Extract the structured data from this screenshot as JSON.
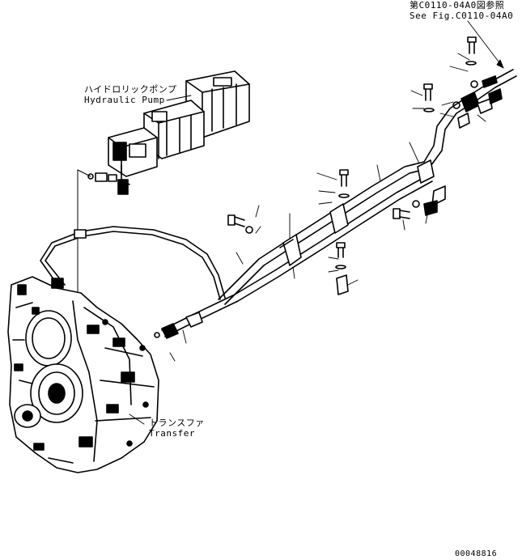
{
  "labels": {
    "reference_jp": "第C0110-04A0図参照",
    "reference_en": "See Fig.C0110-04A0",
    "pump_jp": "ハイドロリックポンプ",
    "pump_en": "Hydraulic Pump",
    "transfer_jp": "トランスファ",
    "transfer_en": "Transfer",
    "drawing_code": "00048816"
  },
  "colors": {
    "ink": "#000000",
    "paper": "#ffffff"
  }
}
